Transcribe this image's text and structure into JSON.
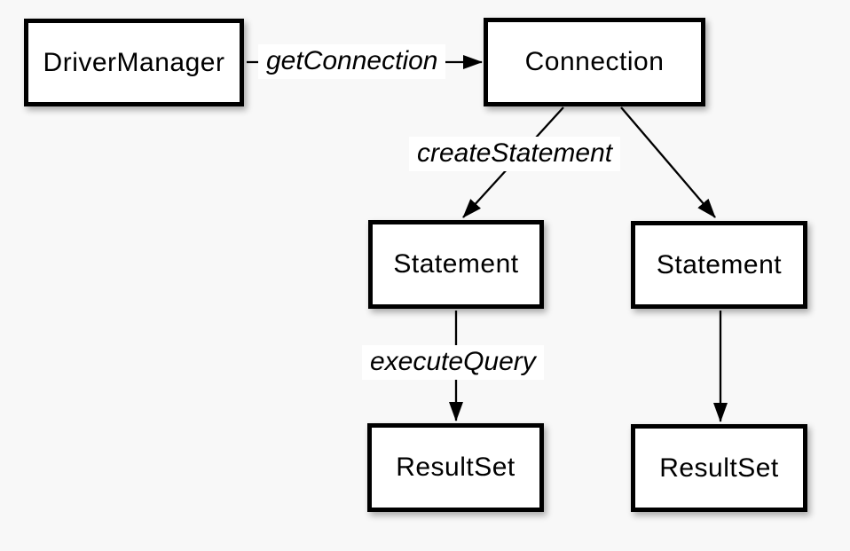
{
  "diagram": {
    "nodes": [
      {
        "id": "driver-manager",
        "label": "DriverManager"
      },
      {
        "id": "connection",
        "label": "Connection"
      },
      {
        "id": "statement-left",
        "label": "Statement"
      },
      {
        "id": "statement-right",
        "label": "Statement"
      },
      {
        "id": "resultset-left",
        "label": "ResultSet"
      },
      {
        "id": "resultset-right",
        "label": "ResultSet"
      }
    ],
    "edges": [
      {
        "from": "DriverManager",
        "to": "Connection",
        "label": "getConnection"
      },
      {
        "from": "Connection",
        "to": "Statement-left",
        "label": "createStatement"
      },
      {
        "from": "Connection",
        "to": "Statement-right",
        "label": ""
      },
      {
        "from": "Statement-left",
        "to": "ResultSet-left",
        "label": "executeQuery"
      },
      {
        "from": "Statement-right",
        "to": "ResultSet-right",
        "label": ""
      }
    ],
    "colors": {
      "background": "#f8f8f8",
      "box_fill": "#ffffff",
      "box_border": "#000000",
      "line": "#000000"
    }
  }
}
